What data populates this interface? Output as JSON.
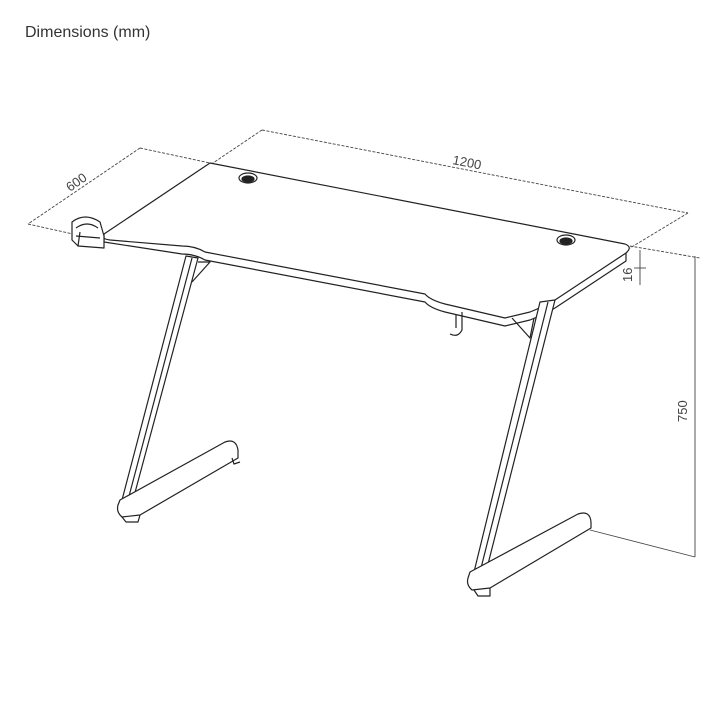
{
  "title": "Dimensions (mm)",
  "dimensions": {
    "width": "1200",
    "depth": "600",
    "top_thickness": "16",
    "height": "750"
  }
}
